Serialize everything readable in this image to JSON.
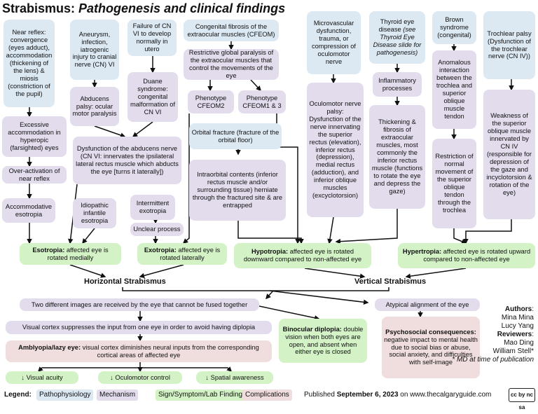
{
  "title": {
    "main": "Strabismus: ",
    "italic": "Pathogenesis and clinical findings"
  },
  "boxes": {
    "near_reflex": "Near reflex: convergence (eyes adduct), accommodation (thickening of the lens) & miosis (constriction of the pupil)",
    "aneurysm": "Aneurysm, infection, iatrogenic injury to cranial nerve (CN) VI",
    "failure_cn6": "Failure of CN VI to develop normally in utero",
    "cfeom": "Congenital fibrosis of the extraocular muscles (CFEOM)",
    "restrictive": "Restrictive global paralysis of the extraocular muscles that control the movements of the eye",
    "micro": "Microvascular dysfunction, trauma, or compression of oculomotor nerve",
    "thyroid_a": "Thyroid eye disease ",
    "thyroid_b": "(see Thyroid Eye Disease slide for pathogenesis)",
    "brown": "Brown syndrome (congenital)",
    "trochlear": "Trochlear palsy (Dysfunction of the trochlear nerve (CN IV))",
    "abducens": "Abducens palsy: ocular motor paralysis",
    "duane": "Duane syndrome: congenital malformation of CN VI",
    "pheno2": "Phenotype CFEOM2",
    "pheno13": "Phenotype CFEOM1 & 3",
    "inflam": "Inflammatory processes",
    "anomalous": "Anomalous interaction between the trochlea and superior oblique muscle tendon",
    "weakness": "Weakness of the superior oblique muscle innervated by CN IV (responsible for depression of the gaze and incyclotorsion & rotation of the eye)",
    "excessive": "Excessive accommodation in hyperopic (farsighted) eyes",
    "oculomotor_palsy": "Oculomotor nerve palsy: Dysfunction of the nerve innervating the superior rectus (elevation), inferior rectus (depression), medial rectus (adduction), and inferior oblique muscles (excyclotorsion)",
    "thickening": "Thickening & fibrosis of extraocular muscles, most commonly the inferior rectus muscle (functions to rotate the eye and depress the gaze)",
    "orbital": "Orbital fracture (fracture of the orbital floor)",
    "dysfunction_abducens": "Dysfunction of the abducens nerve (CN VI: innervates the ipsilateral lateral rectus muscle which abducts the eye [turns it laterally])",
    "restriction": "Restriction of normal movement of the superior oblique tendon through the trochlea",
    "intraorbital": "Intraorbital contents (inferior rectus muscle and/or surrounding tissue) herniate through the fractured site & are entrapped",
    "overact": "Over-activation of near reflex",
    "accom_eso": "Accommodative esotropia",
    "idiopathic": "Idiopathic infantile esotropia",
    "intermittent": "Intermittent exotropia",
    "unclear": "Unclear process",
    "esotropia_b": "Esotropia:",
    "esotropia_t": " affected eye is rotated medially",
    "exotropia_b": "Exotropia:",
    "exotropia_t": " affected eye is rotated laterally",
    "hypotropia_b": "Hypotropia:",
    "hypotropia_t": " affected eye is rotated downward compared to non-affected eye",
    "hypertropia_b": "Hypertropia:",
    "hypertropia_t": " affected eye is rotated upward compared to non-affected eye",
    "horizontal": "Horizontal Strabismus",
    "vertical": "Vertical Strabismus",
    "two_images": "Two different images are received by the eye that cannot be fused together",
    "atypical": "Atypical alignment of the eye",
    "visual_cortex": "Visual cortex suppresses the input from one eye in order to avoid having diplopia",
    "binocular_b": "Binocular diplopia:",
    "binocular_t": " double vision when both eyes are open, and absent when either eye is closed",
    "psycho_b": "Psychosocial consequences:",
    "psycho_t": " negative impact to mental health due to social bias or abuse, social anxiety, and difficulties with self-image",
    "amblyopia_b": "Amblyopia/lazy eye:",
    "amblyopia_t": " visual cortex diminishes neural inputs from the corresponding cortical areas of affected eye",
    "visual_acuity": "↓ Visual acuity",
    "oculomotor_control": "↓ Oculomotor control",
    "spatial": "↓ Spatial awareness"
  },
  "authors": {
    "authors_label": "Authors",
    "authors": [
      "Mina Mina",
      "Lucy Yang"
    ],
    "reviewers_label": "Reviewers",
    "reviewers": [
      "Mao Ding",
      "William Stell*"
    ],
    "note": "* MD at time of publication"
  },
  "legend": {
    "label": "Legend:",
    "items": [
      "Pathophysiology",
      "Mechanism",
      "Sign/Symptom/Lab Finding",
      "Complications"
    ],
    "published_prefix": "Published ",
    "published_date": "September 6, 2023",
    "published_suffix": " on www.thecalgaryguide.com",
    "license": "cc by nc sa"
  },
  "colors": {
    "pathophysiology": "#dce9f3",
    "mechanism": "#e3dced",
    "sign": "#d3f3c6",
    "complications": "#f0dede"
  }
}
